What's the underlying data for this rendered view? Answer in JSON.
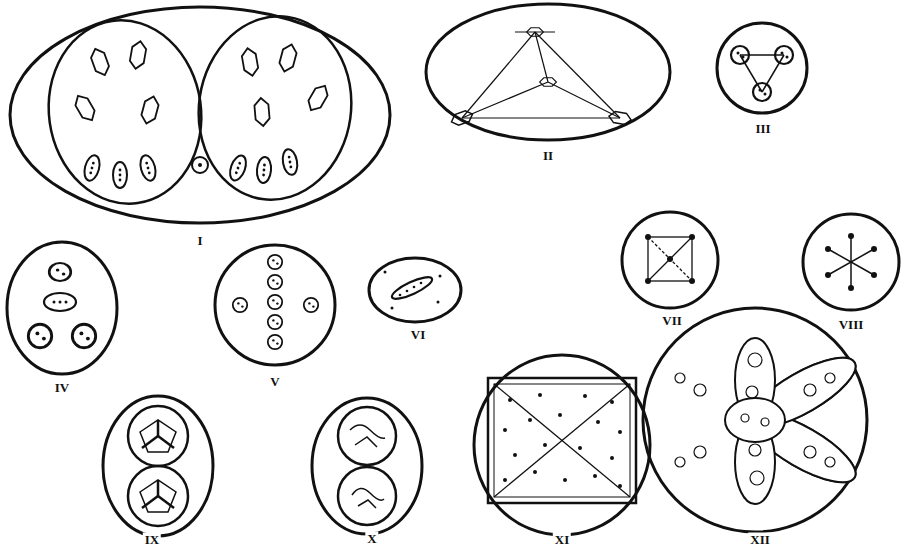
{
  "diagram": {
    "labels": [
      "I",
      "II",
      "III",
      "IV",
      "V",
      "VI",
      "VII",
      "VIII",
      "IX",
      "X",
      "XI",
      "XII"
    ]
  }
}
